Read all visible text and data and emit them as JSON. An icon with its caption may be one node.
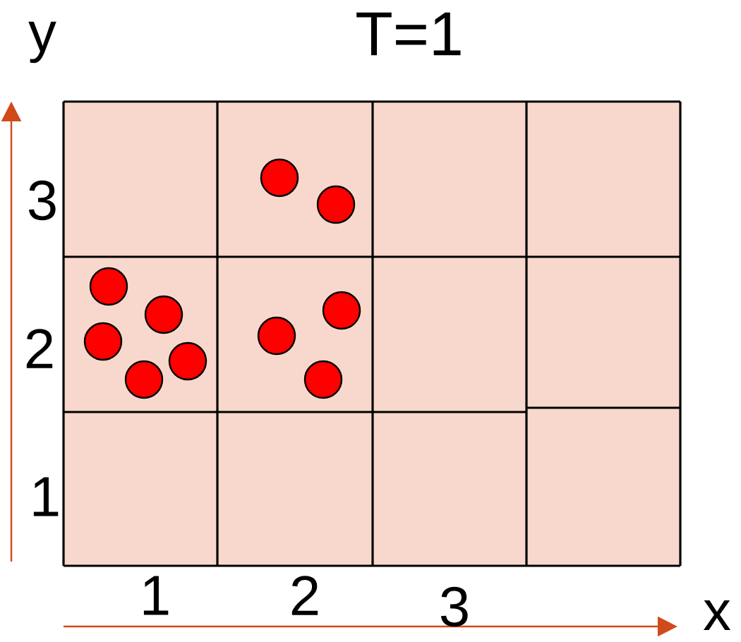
{
  "diagram": {
    "title": "T=1",
    "labels": [
      "y",
      "3",
      "2",
      "1",
      "1",
      "2",
      "3",
      "x"
    ]
  }
}
